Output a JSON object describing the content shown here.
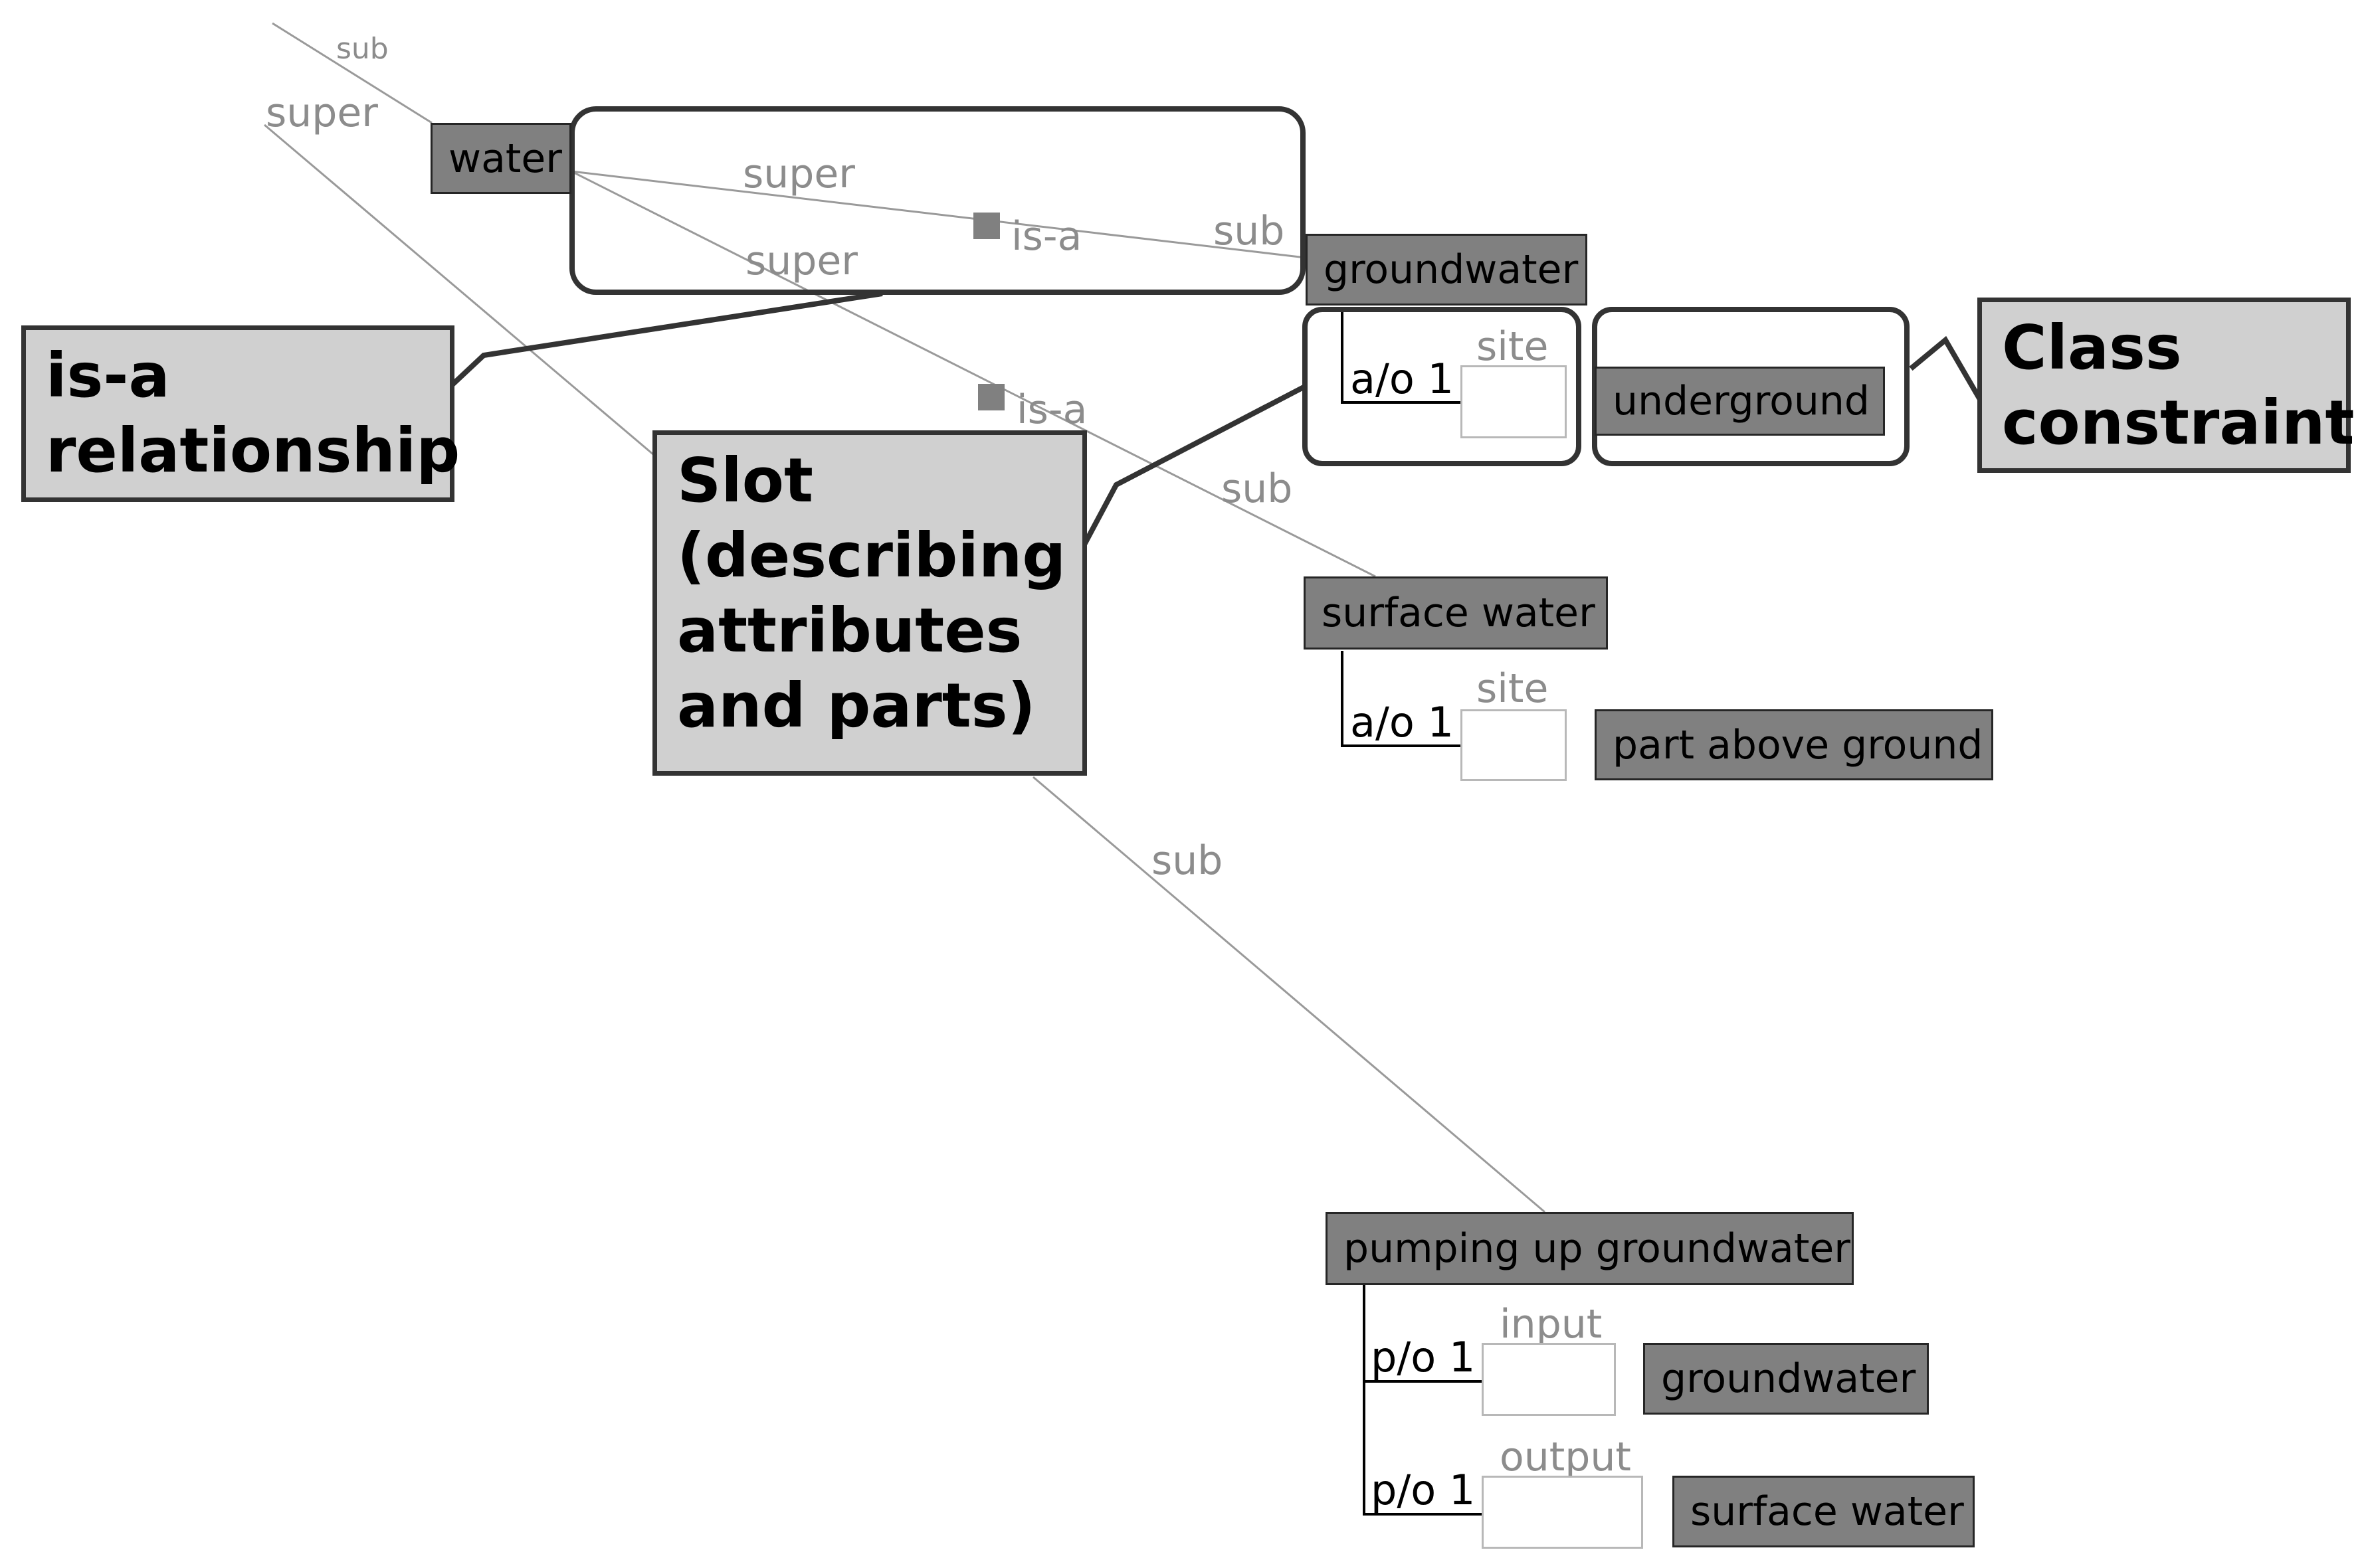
{
  "colors": {
    "background": "#ffffff",
    "class_fill": "#808080",
    "class_border": "#262626",
    "callout_fill": "#d0d0d0",
    "callout_border": "#333333",
    "edge_line": "#9a9a9a",
    "edge_label": "#8c8c8c",
    "slot_border": "#b8b8b8"
  },
  "classes": {
    "water": "water",
    "groundwater": "groundwater",
    "underground": "underground",
    "surface_water": "surface water",
    "part_above_ground": "part above ground",
    "pumping_up_groundwater": "pumping up groundwater",
    "groundwater_2": "groundwater",
    "surface_water_2": "surface water"
  },
  "edge_labels": {
    "sub_top": "sub",
    "super_left": "super",
    "super_1": "super",
    "is_a_1": "is-a",
    "sub_1": "sub",
    "super_2": "super",
    "is_a_2": "is-a",
    "sub_2": "sub",
    "sub_3": "sub"
  },
  "slots": {
    "site_1": {
      "name": "site",
      "cardinality": "a/o 1"
    },
    "site_2": {
      "name": "site",
      "cardinality": "a/o 1"
    },
    "input": {
      "name": "input",
      "cardinality": "p/o 1"
    },
    "output": {
      "name": "output",
      "cardinality": "p/o 1"
    }
  },
  "callouts": {
    "is_a": [
      "is-a",
      "relationship"
    ],
    "slot": [
      "Slot",
      "(describing",
      "attributes",
      "and parts)"
    ],
    "class_constraint": [
      "Class",
      "constraint"
    ]
  }
}
